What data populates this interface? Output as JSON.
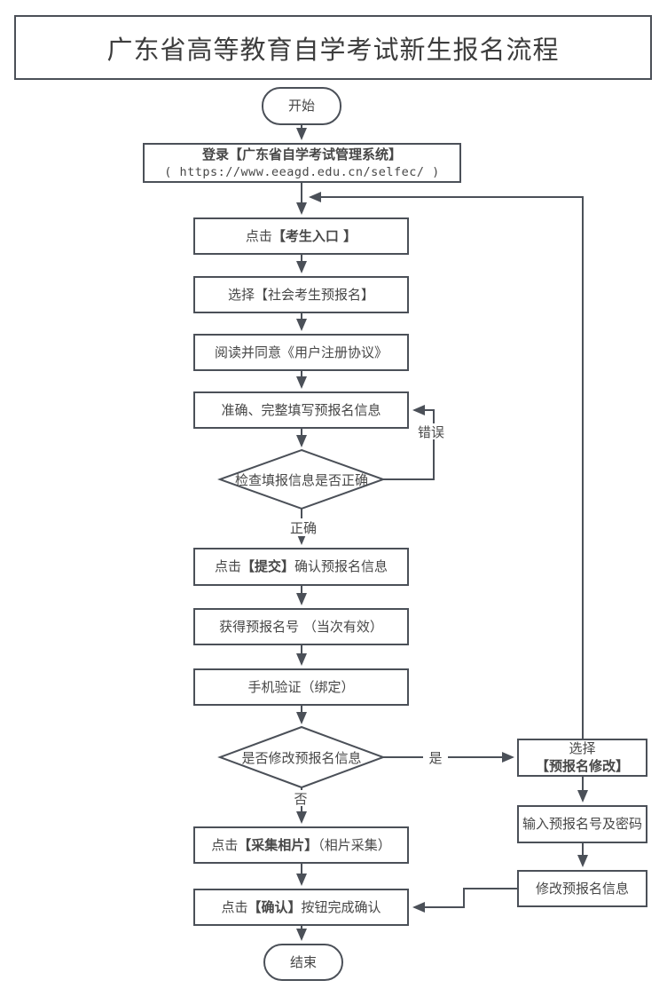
{
  "title": "广东省高等教育自学考试新生报名流程",
  "colors": {
    "line": "#4b5058",
    "text": "#474747",
    "background": "#ffffff"
  },
  "nodes": {
    "start": {
      "label": "开始"
    },
    "login": {
      "line1": "登录【广东省自学考试管理系统】",
      "line2": "( https://www.eeagd.edu.cn/selfec/ )"
    },
    "entry": {
      "prefix": "点击",
      "strong": "【考生入口 】",
      "suffix": ""
    },
    "prereg": {
      "prefix": "选择【社会考生预报名】",
      "strong": "",
      "suffix": ""
    },
    "agreement": {
      "prefix": "阅读并同意《用户注册协议》",
      "strong": "",
      "suffix": ""
    },
    "fill": {
      "prefix": "准确、完整填写预报名信息",
      "strong": "",
      "suffix": ""
    },
    "check": {
      "label": "检查填报信息是否正确"
    },
    "submit": {
      "prefix": "点击",
      "strong": "【提交】",
      "suffix": "确认预报名信息"
    },
    "number": {
      "prefix": "获得预报名号 （当次有效）",
      "strong": "",
      "suffix": ""
    },
    "phone": {
      "prefix": "手机验证（绑定）",
      "strong": "",
      "suffix": ""
    },
    "modify_q": {
      "label": "是否修改预报名信息"
    },
    "photo": {
      "prefix": "点击",
      "strong": "【采集相片】",
      "suffix": "（相片采集）"
    },
    "confirm": {
      "prefix": "点击",
      "strong": "【确认】",
      "suffix": "按钮完成确认"
    },
    "end": {
      "label": "结束"
    },
    "select_modify": {
      "line1": "选择",
      "line2": "【预报名修改】"
    },
    "enter_password": {
      "prefix": "输入预报名号及密码",
      "strong": "",
      "suffix": ""
    },
    "modify_info": {
      "prefix": "修改预报名信息",
      "strong": "",
      "suffix": ""
    }
  },
  "edge_labels": {
    "error": "错误",
    "correct": "正确",
    "yes": "是",
    "no": "否"
  }
}
